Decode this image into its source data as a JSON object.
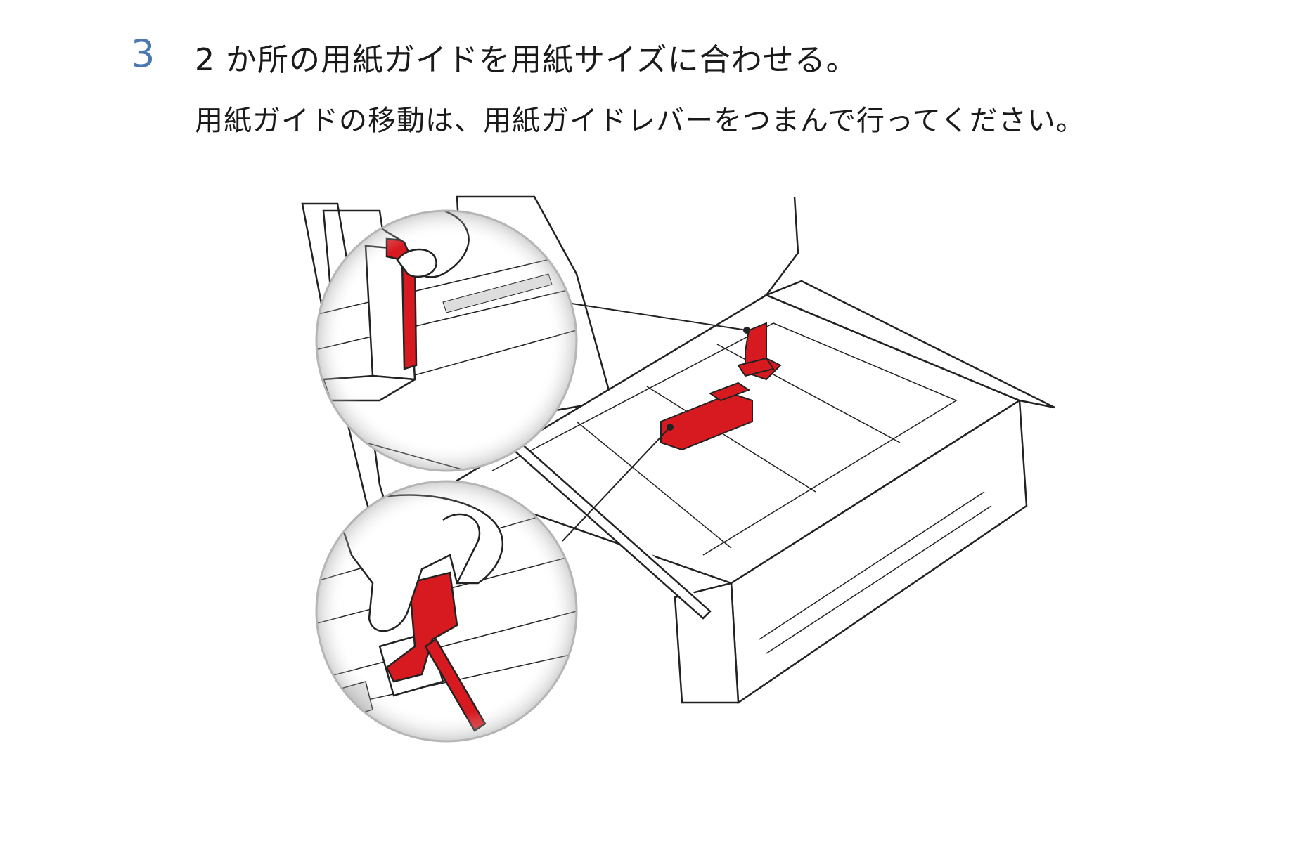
{
  "step": {
    "number": "3",
    "title": "2 か所の用紙ガイドを用紙サイズに合わせる。",
    "description": "用紙ガイドの移動は、用紙ガイドレバーをつまんで行ってください。"
  },
  "colors": {
    "step_number": "#4a78b0",
    "text": "#1a1a1a",
    "guide_highlight": "#d71920",
    "line": "#222222"
  },
  "illustration": {
    "icons": [
      "paper-tray",
      "side-paper-guide",
      "end-paper-guide",
      "hand",
      "magnifier-callout"
    ]
  }
}
